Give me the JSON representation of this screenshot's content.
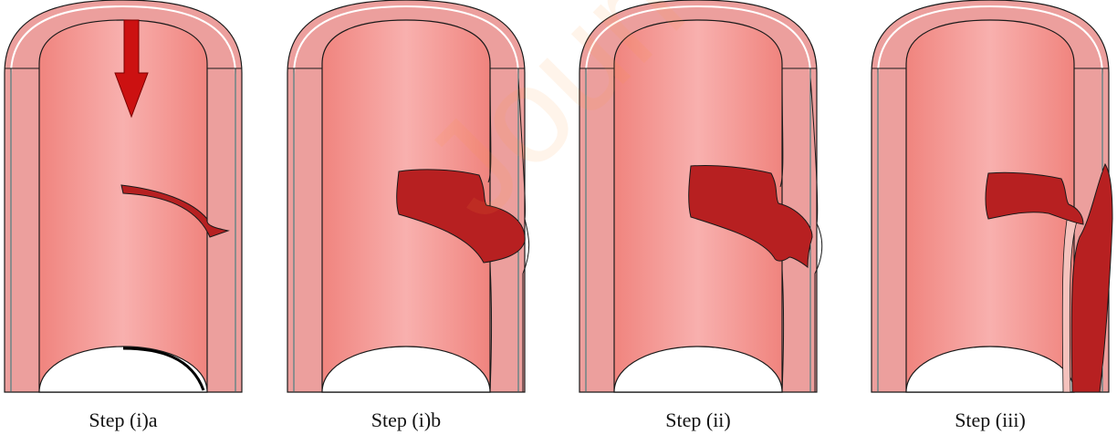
{
  "panels": [
    {
      "id": "i-a",
      "caption": "Step (i)a"
    },
    {
      "id": "i-b",
      "caption": "Step (i)b"
    },
    {
      "id": "ii",
      "caption": "Step (ii)"
    },
    {
      "id": "iii",
      "caption": "Step (iii)"
    }
  ],
  "watermark": "Journal Pre-proof",
  "colors": {
    "outer_wall": "#ec9f9d",
    "inner_lumen_mid": "#f8b0ae",
    "inner_lumen_edge": "#f0847e",
    "tear": "#b72021",
    "outline": "#1a1a1a",
    "arrow": "#cc1111"
  }
}
